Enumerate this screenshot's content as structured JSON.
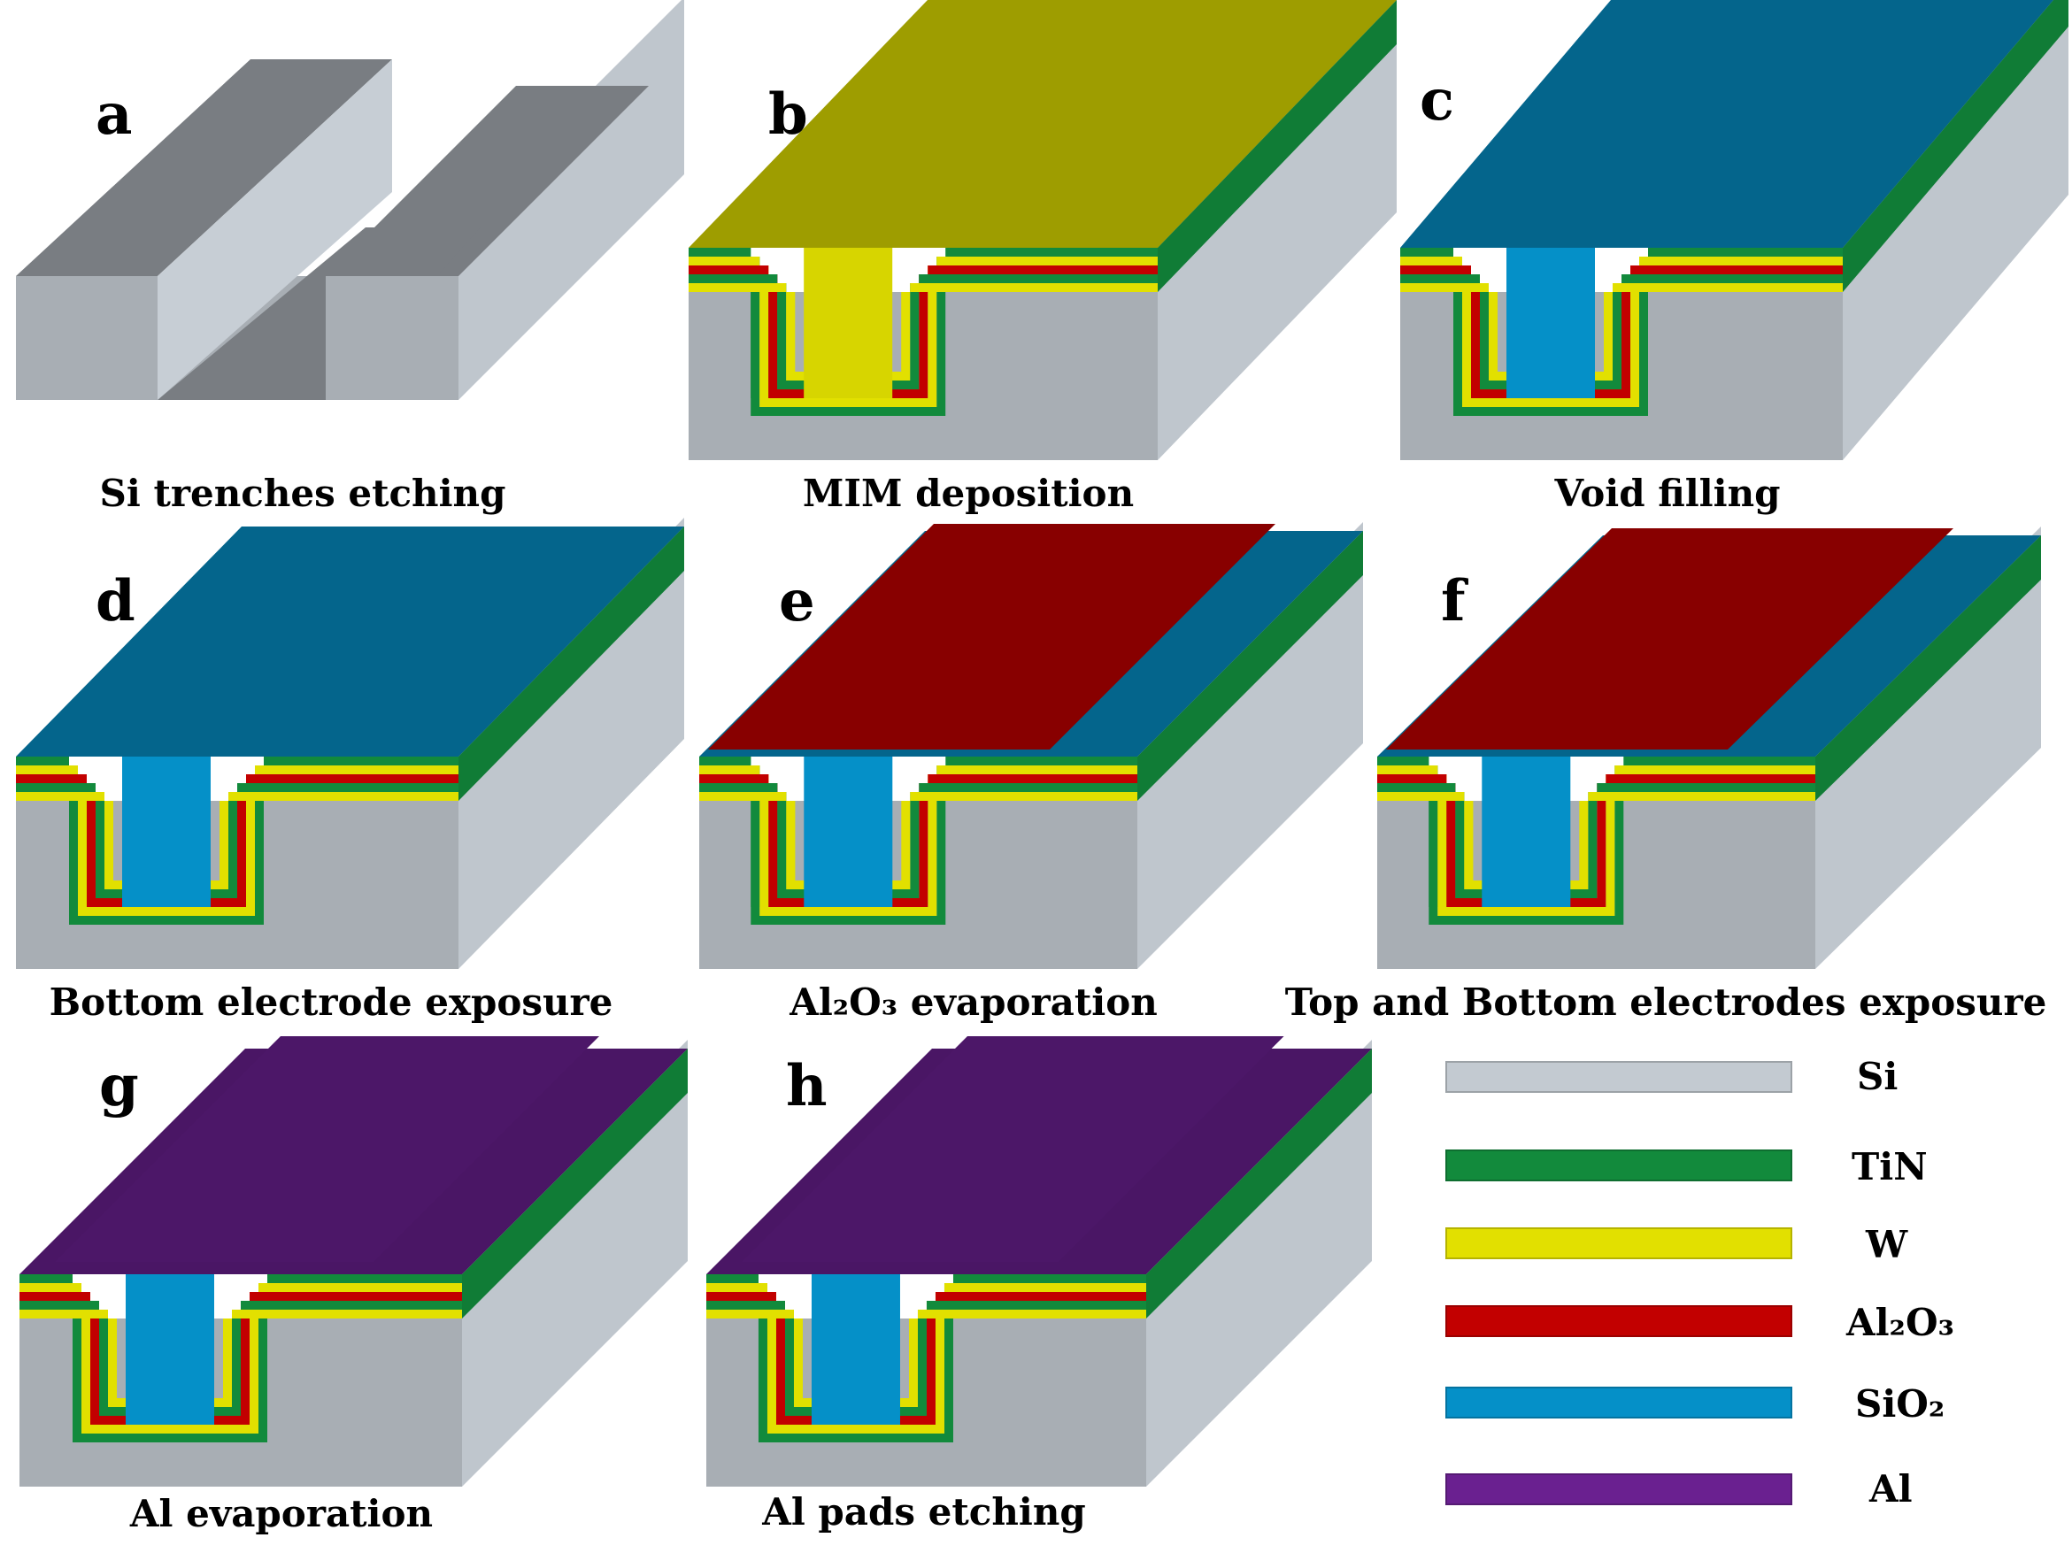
{
  "colors": {
    "Si": "#c3cad1",
    "TiN": "#128a3c",
    "W": "#e2e000",
    "Al2O3": "#c20000",
    "SiO2": "#0590c8",
    "Al": "#6a2090"
  },
  "panels": [
    {
      "letter": "a",
      "caption": "Si trenches etching",
      "layers": []
    },
    {
      "letter": "b",
      "caption": "MIM deposition",
      "layers": [
        "TiN",
        "W",
        "Al2O3",
        "TiN",
        "W"
      ]
    },
    {
      "letter": "c",
      "caption": "Void filling",
      "layers": [
        "TiN",
        "W",
        "Al2O3",
        "TiN",
        "W",
        "SiO2"
      ]
    },
    {
      "letter": "d",
      "caption": "Bottom electrode exposure",
      "layers": [
        "TiN",
        "W",
        "Al2O3",
        "TiN",
        "W",
        "SiO2"
      ]
    },
    {
      "letter": "e",
      "caption": "Al2O3 evaporation",
      "layers": [
        "TiN",
        "W",
        "Al2O3",
        "TiN",
        "W",
        "SiO2",
        "Al2O3"
      ]
    },
    {
      "letter": "f",
      "caption": "Top and Bottom electrodes exposure",
      "layers": [
        "TiN",
        "W",
        "Al2O3",
        "TiN",
        "W",
        "SiO2",
        "Al2O3"
      ]
    },
    {
      "letter": "g",
      "caption": "Al evaporation",
      "layers": [
        "TiN",
        "W",
        "Al2O3",
        "TiN",
        "W",
        "SiO2",
        "Al2O3",
        "Al"
      ]
    },
    {
      "letter": "h",
      "caption": "Al pads etching",
      "layers": [
        "TiN",
        "W",
        "Al2O3",
        "TiN",
        "W",
        "SiO2",
        "Al2O3",
        "Al"
      ]
    }
  ],
  "legend": [
    {
      "material": "Si",
      "label": "Si"
    },
    {
      "material": "TiN",
      "label": "TiN"
    },
    {
      "material": "W",
      "label": "W"
    },
    {
      "material": "Al2O3",
      "label": "Al2O3"
    },
    {
      "material": "SiO2",
      "label": "SiO2"
    },
    {
      "material": "Al",
      "label": "Al"
    }
  ],
  "text": {
    "a": "a",
    "b": "b",
    "c": "c",
    "d": "d",
    "e": "e",
    "f": "f",
    "g": "g",
    "h": "h",
    "cap_a": "Si trenches etching",
    "cap_b": "MIM deposition",
    "cap_c": "Void filling",
    "cap_d": "Bottom electrode exposure",
    "cap_e": "Al₂O₃ evaporation",
    "cap_f": "Top and Bottom electrodes exposure",
    "cap_g": "Al evaporation",
    "cap_h": "Al pads etching",
    "leg_si": "Si",
    "leg_tin": "TiN",
    "leg_w": "W",
    "leg_al2o3": "Al₂O₃",
    "leg_sio2": "SiO₂",
    "leg_al": "Al"
  }
}
